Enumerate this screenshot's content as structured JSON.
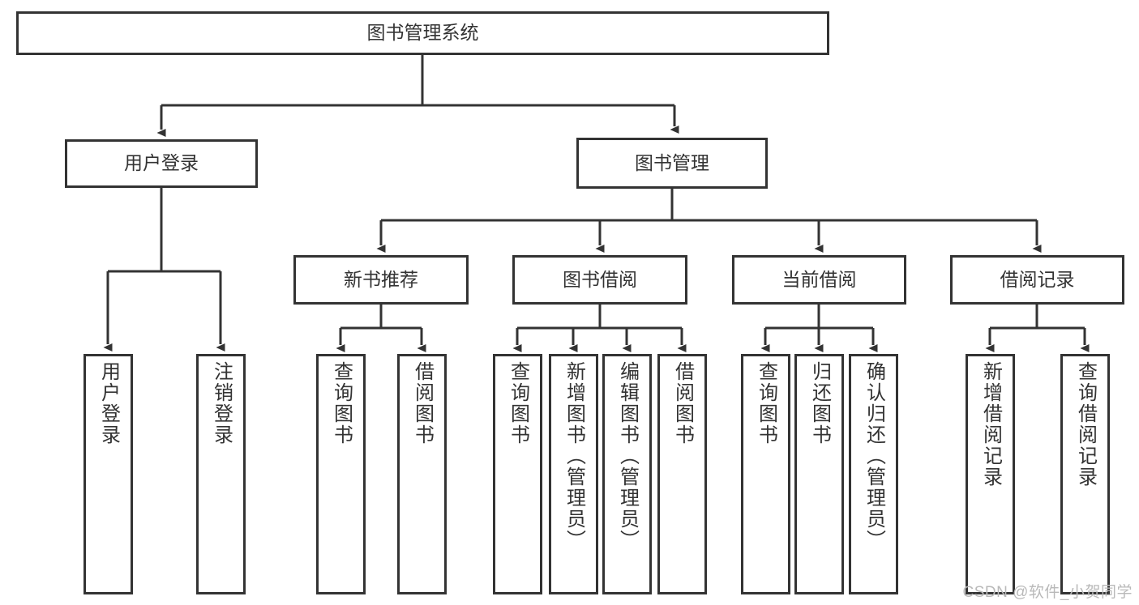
{
  "diagram": {
    "title": "图书管理系统",
    "watermark": "CSDN @软件_小贺同学",
    "colors": {
      "stroke": "#333333",
      "fill": "#ffffff",
      "watermark": "#b9b9b9"
    },
    "nodes": {
      "root": {
        "label": "图书管理系统"
      },
      "level1": [
        {
          "id": "user-login",
          "label": "用户登录"
        },
        {
          "id": "book-manage",
          "label": "图书管理"
        }
      ],
      "level2": [
        {
          "id": "new-book-recommend",
          "label": "新书推荐"
        },
        {
          "id": "book-borrow",
          "label": "图书借阅"
        },
        {
          "id": "current-borrow",
          "label": "当前借阅"
        },
        {
          "id": "borrow-record",
          "label": "借阅记录"
        }
      ],
      "leaves": {
        "user_login": [
          {
            "id": "leaf-user-login",
            "label": "用户登录"
          },
          {
            "id": "leaf-user-logout",
            "label": "注销登录"
          }
        ],
        "new_book_recommend": [
          {
            "id": "leaf-query-book-1",
            "label": "查询图书"
          },
          {
            "id": "leaf-borrow-book-1",
            "label": "借阅图书"
          }
        ],
        "book_borrow": [
          {
            "id": "leaf-query-book-2",
            "label": "查询图书"
          },
          {
            "id": "leaf-add-book-admin",
            "label": "新增图书（管理员）"
          },
          {
            "id": "leaf-edit-book-admin",
            "label": "编辑图书（管理员）"
          },
          {
            "id": "leaf-borrow-book-2",
            "label": "借阅图书"
          }
        ],
        "current_borrow": [
          {
            "id": "leaf-query-book-3",
            "label": "查询图书"
          },
          {
            "id": "leaf-return-book",
            "label": "归还图书"
          },
          {
            "id": "leaf-confirm-return-admin",
            "label": "确认归还（管理员）"
          }
        ],
        "borrow_record": [
          {
            "id": "leaf-add-borrow-record",
            "label": "新增借阅记录"
          },
          {
            "id": "leaf-query-borrow-record",
            "label": "查询借阅记录"
          }
        ]
      }
    }
  }
}
